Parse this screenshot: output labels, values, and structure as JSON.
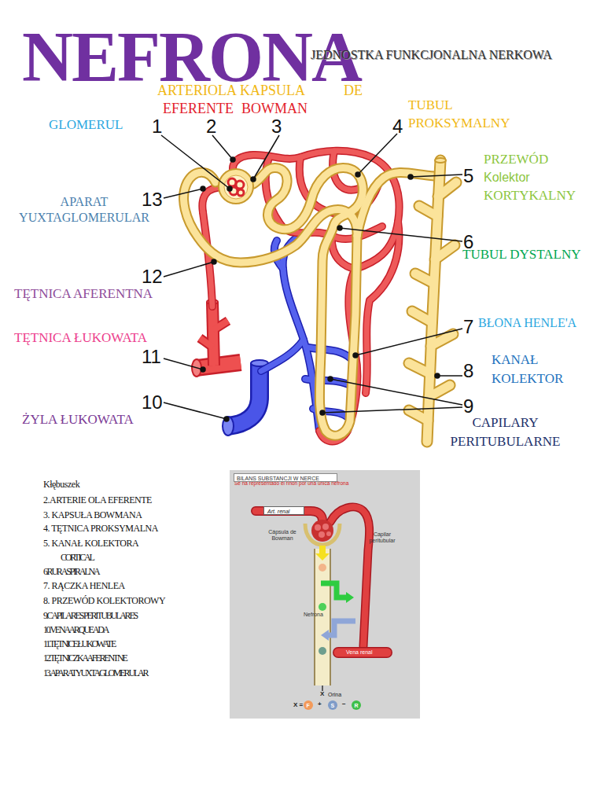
{
  "diagram": {
    "title": "NEFRONA",
    "nodes": [
      {
        "text": [
          "Se ha representado el riñón por una única nefrona"
        ]
      },
      {
        "text": [
          "BILANS SUBSTANCJI W NERCE"
        ],
        "in": 0
      },
      {
        "text": [
          "Art. renal"
        ],
        "in": 0
      }
    ],
    "labels": [
      "JEDNOSTKA FUNKCJONALNA NERKOWA",
      "ARTERIOLA",
      "KAPSULA",
      "DE",
      "EFERENTE",
      "BOWMAN",
      "GLOMERUL",
      "1",
      "2",
      "3",
      "4",
      "TUBUL PROKSYMALNY",
      "PRZEWÓD",
      "Kolektor",
      "KORTYKALNY",
      "5",
      "13",
      "APARAT YUXTAGLOMERULAR",
      "6",
      "TUBUL DYSTALNY",
      "12",
      "TĘTNICA AFERENTNA",
      "7",
      "BŁONA HENLE'A",
      "TĘTNICA ŁUKOWATA",
      "11",
      "KANAŁ KOLEKTOR",
      "8",
      "10",
      "9",
      "ŻYLA ŁUKOWATA",
      "CAPILARY PERITUBULARNE",
      "Kłębuszek",
      "2.ARTERIE OLA EFERENTE",
      "3. KAPSUŁA BOWMANA",
      "4. TĘTNICA PROKSYMALNA",
      "5. KANAŁ KOLEKTORA",
      "CORTICAL",
      "6.RURA SPIRALNA",
      "7. RĄCZKA HENLEA",
      "8. PRZEWÓD KOLEKTOROWY",
      "9.CAPILARES PERITUBULARES",
      "10.VENA ARQUEADA",
      "11.TĘTNICE ŁUKOWATE",
      "12.TĘTNICZKA AFERENTNE",
      "13.APARAT YUXTAGLOMERULAR",
      "Cápsula de Bowman",
      "Capilar peritubular",
      "Nefrona",
      "Vena renal",
      "X",
      "Orina",
      "X =",
      "F",
      "+",
      "S",
      "−",
      "R"
    ]
  }
}
